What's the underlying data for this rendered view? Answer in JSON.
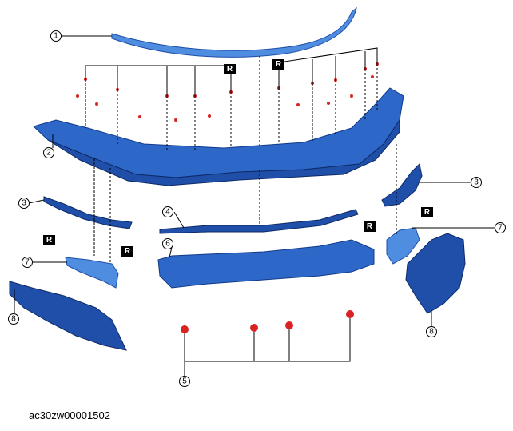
{
  "figure": {
    "caption": "ac30zw00001502"
  },
  "callouts": {
    "c1": "1",
    "c2": "2",
    "c3a": "3",
    "c3b": "3",
    "c4": "4",
    "c5": "5",
    "c6": "6",
    "c7a": "7",
    "c7b": "7",
    "c8a": "8",
    "c8b": "8"
  },
  "reuse_marks": {
    "top_left": "R",
    "top_right": "R",
    "left_a": "R",
    "left_b": "R",
    "right_a": "R",
    "right_b": "R"
  },
  "colors": {
    "part_dark": "#1f4fa8",
    "part_mid": "#2d68c8",
    "part_light": "#4f8de0",
    "clip": "#d92323"
  }
}
